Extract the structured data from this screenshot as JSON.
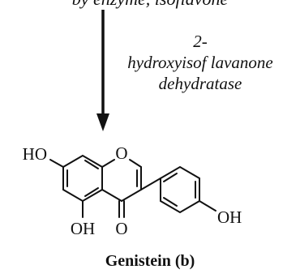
{
  "upper_text": "by enzyme, isoflavone",
  "enzyme": {
    "line1": "2-",
    "line2": "hydroxyisof lavanone",
    "line3": "dehydratase"
  },
  "atoms": {
    "ho_left": "HO",
    "o_ring": "O",
    "oh_bottom": "OH",
    "o_carbonyl": "O",
    "oh_right": "OH"
  },
  "caption": "Genistein (b)"
}
